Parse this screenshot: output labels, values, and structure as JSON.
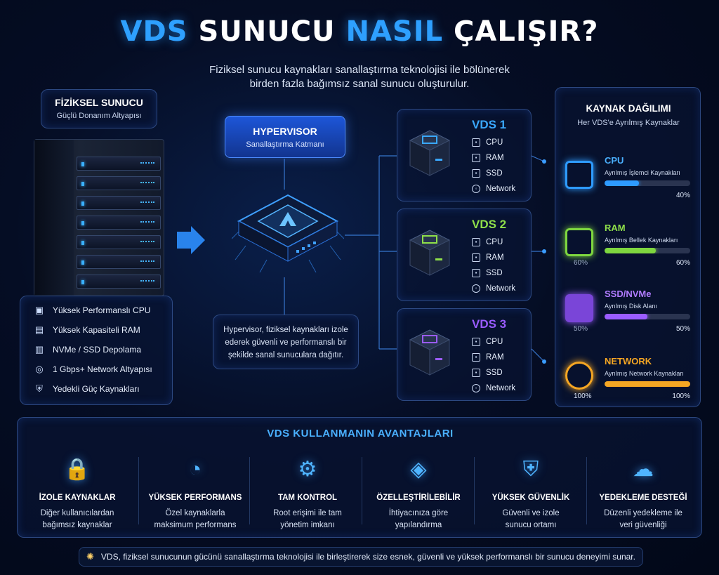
{
  "title": {
    "part1": "VDS",
    "part2": "SUNUCU",
    "part3": "NASIL",
    "part4": "ÇALIŞIR?"
  },
  "subtitle": {
    "line1": "Fiziksel sunucu kaynakları sanallaştırma teknolojisi ile bölünerek",
    "line2": "birden fazla bağımsız sanal sunucu oluşturulur."
  },
  "physical": {
    "title": "FİZİKSEL SUNUCU",
    "subtitle": "Güçlü Donanım Altyapısı",
    "features": [
      {
        "icon": "cpu-icon",
        "label": "Yüksek Performanslı CPU"
      },
      {
        "icon": "ram-icon",
        "label": "Yüksek Kapasiteli RAM"
      },
      {
        "icon": "ssd-icon",
        "label": "NVMe / SSD Depolama"
      },
      {
        "icon": "network-icon",
        "label": "1 Gbps+ Network Altyapısı"
      },
      {
        "icon": "shield-icon",
        "label": "Yedekli Güç Kaynakları"
      }
    ]
  },
  "hypervisor": {
    "title": "HYPERVISOR",
    "subtitle": "Sanallaştırma Katmanı",
    "description": "Hypervisor, fiziksel kaynakları izole ederek güvenli ve performanslı bir şekilde sanal sunuculara dağıtır."
  },
  "vds": [
    {
      "name": "VDS 1",
      "color": "#3aa8ff",
      "specs": [
        "CPU",
        "RAM",
        "SSD",
        "Network"
      ]
    },
    {
      "name": "VDS 2",
      "color": "#8fe04a",
      "specs": [
        "CPU",
        "RAM",
        "SSD",
        "Network"
      ]
    },
    {
      "name": "VDS 3",
      "color": "#9a5cff",
      "specs": [
        "CPU",
        "RAM",
        "SSD",
        "Network"
      ]
    }
  ],
  "resources": {
    "title": "KAYNAK DAĞILIMI",
    "subtitle": "Her VDS'e Ayrılmış Kaynaklar",
    "items": [
      {
        "name": "CPU",
        "desc": "Ayrılmış İşlemci Kaynakları",
        "percent": "40%",
        "left_percent": "",
        "fill": 0.4,
        "color": "#2e9bff"
      },
      {
        "name": "RAM",
        "desc": "Ayrılmış Bellek Kaynakları",
        "percent": "60%",
        "left_percent": "60%",
        "fill": 0.6,
        "color": "#7ed63f"
      },
      {
        "name": "SSD/NVMe",
        "desc": "Ayrılmış Disk Alanı",
        "percent": "50%",
        "left_percent": "50%",
        "fill": 0.5,
        "color": "#9a5cff"
      },
      {
        "name": "NETWORK",
        "desc": "Ayrılmış Network Kaynakları",
        "percent": "100%",
        "left_percent": "100%",
        "fill": 1.0,
        "color": "#f5a623"
      }
    ]
  },
  "advantages": {
    "title": "VDS KULLANMANIN AVANTAJLARI",
    "items": [
      {
        "icon": "lock-icon",
        "glyph": "🔒",
        "name": "İZOLE KAYNAKLAR",
        "desc1": "Diğer kullanıcılardan",
        "desc2": "bağımsız kaynaklar"
      },
      {
        "icon": "speedometer-icon",
        "glyph": "◔",
        "name": "YÜKSEK PERFORMANS",
        "desc1": "Özel kaynaklarla",
        "desc2": "maksimum performans"
      },
      {
        "icon": "gear-icon",
        "glyph": "⚙",
        "name": "TAM KONTROL",
        "desc1": "Root erişimi ile tam",
        "desc2": "yönetim imkanı"
      },
      {
        "icon": "layers-icon",
        "glyph": "◈",
        "name": "ÖZELLEŞTİRİLEBİLİR",
        "desc1": "İhtiyacınıza göre",
        "desc2": "yapılandırma"
      },
      {
        "icon": "shield-icon",
        "glyph": "⛨",
        "name": "YÜKSEK GÜVENLİK",
        "desc1": "Güvenli ve izole",
        "desc2": "sunucu ortamı"
      },
      {
        "icon": "cloud-backup-icon",
        "glyph": "☁",
        "name": "YEDEKLEME DESTEĞİ",
        "desc1": "Düzenli yedekleme ile",
        "desc2": "veri güvenliği"
      }
    ]
  },
  "footer": {
    "icon": "lightbulb-icon",
    "text": "VDS, fiziksel sunucunun gücünü sanallaştırma teknolojisi ile birleştirerek size esnek, güvenli ve yüksek performanslı bir sunucu deneyimi sunar."
  }
}
